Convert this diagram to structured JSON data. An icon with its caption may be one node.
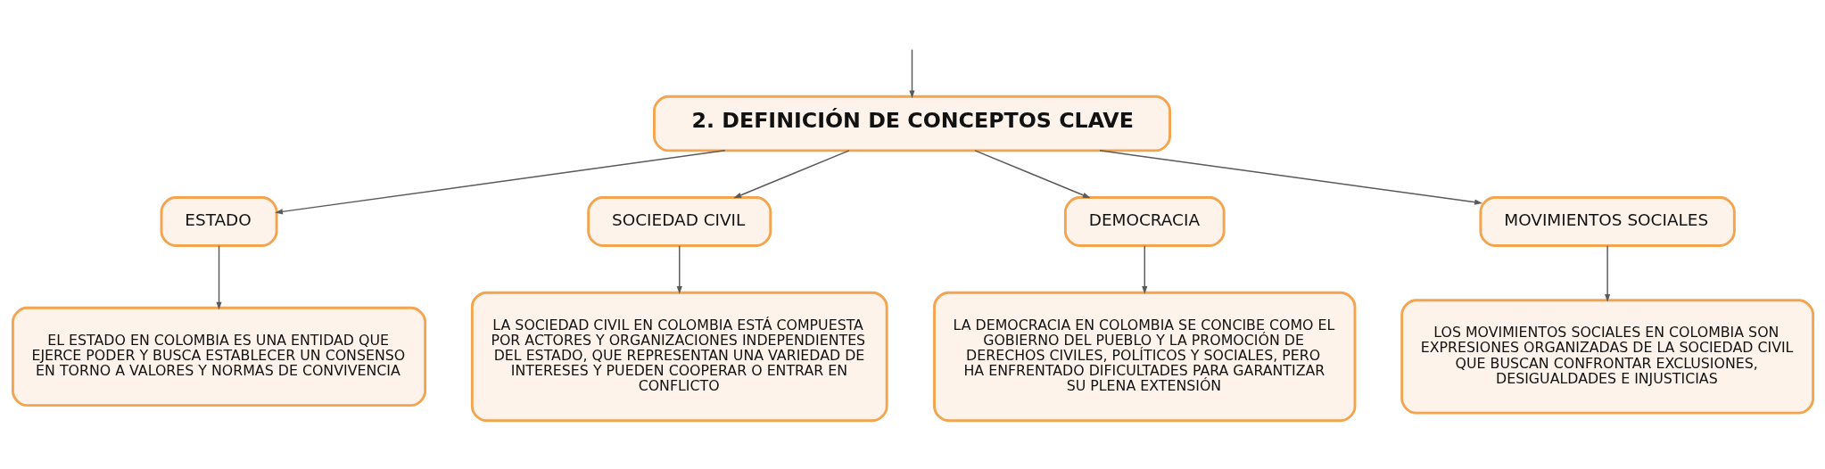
{
  "diagram": {
    "nodes": [
      {
        "text": [
          "2. DEFINICIÓN DE CONCEPTOS CLAVE"
        ]
      },
      {
        "text": [
          "ESTADO"
        ]
      },
      {
        "text": [
          "SOCIEDAD CIVIL"
        ]
      },
      {
        "text": [
          "DEMOCRACIA"
        ]
      },
      {
        "text": [
          "MOVIMIENTOS SOCIALES"
        ]
      },
      {
        "text": [
          "EL ESTADO EN COLOMBIA ES UNA ENTIDAD QUE EJERCE PODER Y BUSCA ESTABLECER UN CONSENSO EN TORNO A VALORES Y NORMAS DE CONVIVENCIA"
        ]
      },
      {
        "text": [
          "LA SOCIEDAD CIVIL EN COLOMBIA ESTÁ COMPUESTA POR ACTORES Y ORGANIZACIONES INDEPENDIENTES DEL ESTADO, QUE REPRESENTAN UNA VARIEDAD DE INTERESES Y PUEDEN COOPERAR O ENTRAR EN CONFLICTO"
        ]
      },
      {
        "text": [
          "LA DEMOCRACIA EN COLOMBIA SE CONCIBE COMO EL GOBIERNO DEL PUEBLO Y LA PROMOCIÓN DE DERECHOS CIVILES, POLÍTICOS Y SOCIALES, PERO HA ENFRENTADO DIFICULTADES PARA GARANTIZAR SU PLENA EXTENSIÓN"
        ]
      },
      {
        "text": [
          "LOS MOVIMIENTOS SOCIALES EN COLOMBIA SON EXPRESIONES ORGANIZADAS DE LA SOCIEDAD CIVIL QUE BUSCAN CONFRONTAR EXCLUSIONES, DESIGUALDADES E INJUSTICIAS"
        ]
      }
    ],
    "edges": [
      {
        "from": null,
        "to": 0,
        "arrow": "to"
      },
      {
        "from": 0,
        "to": 1,
        "arrow": "to"
      },
      {
        "from": 0,
        "to": 2,
        "arrow": "to"
      },
      {
        "from": 0,
        "to": 3,
        "arrow": "to"
      },
      {
        "from": 0,
        "to": 4,
        "arrow": "to"
      },
      {
        "from": 1,
        "to": 5,
        "arrow": "to"
      },
      {
        "from": 2,
        "to": 6,
        "arrow": "to"
      },
      {
        "from": 3,
        "to": 7,
        "arrow": "to"
      },
      {
        "from": 4,
        "to": 8,
        "arrow": "to"
      }
    ]
  }
}
